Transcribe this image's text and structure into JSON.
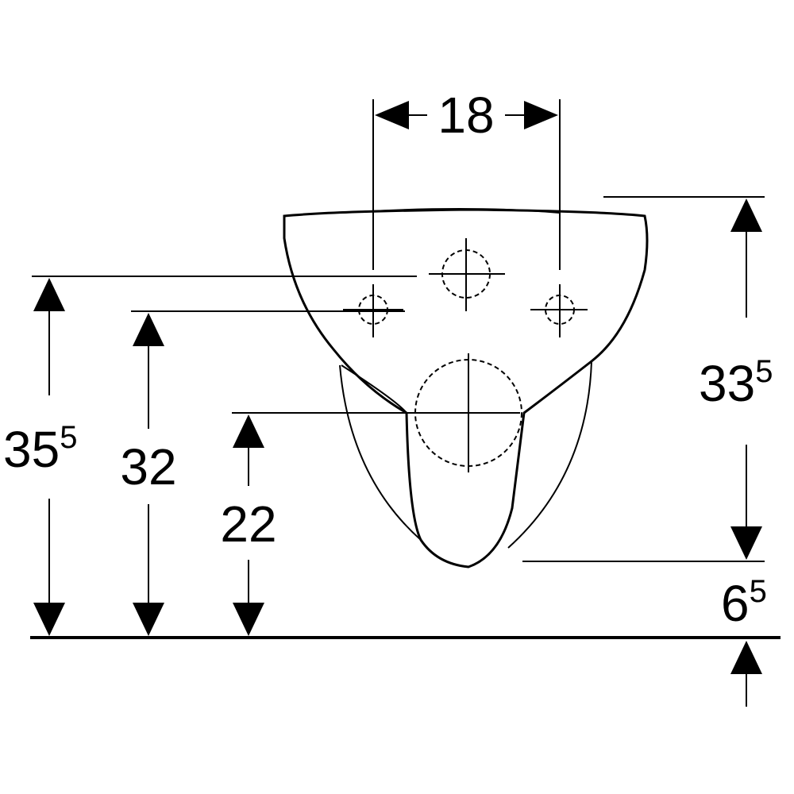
{
  "diagram": {
    "colors": {
      "line": "#000000",
      "background": "#ffffff"
    },
    "dimensions": {
      "width_between_bolts": {
        "main": "18"
      },
      "top_height_left": {
        "main": "35",
        "sup": "5"
      },
      "bolt_height": {
        "main": "32"
      },
      "outlet_height": {
        "main": "22"
      },
      "total_height_right": {
        "main": "33",
        "sup": "5"
      },
      "bottom_clearance": {
        "main": "6",
        "sup": "5"
      }
    }
  }
}
